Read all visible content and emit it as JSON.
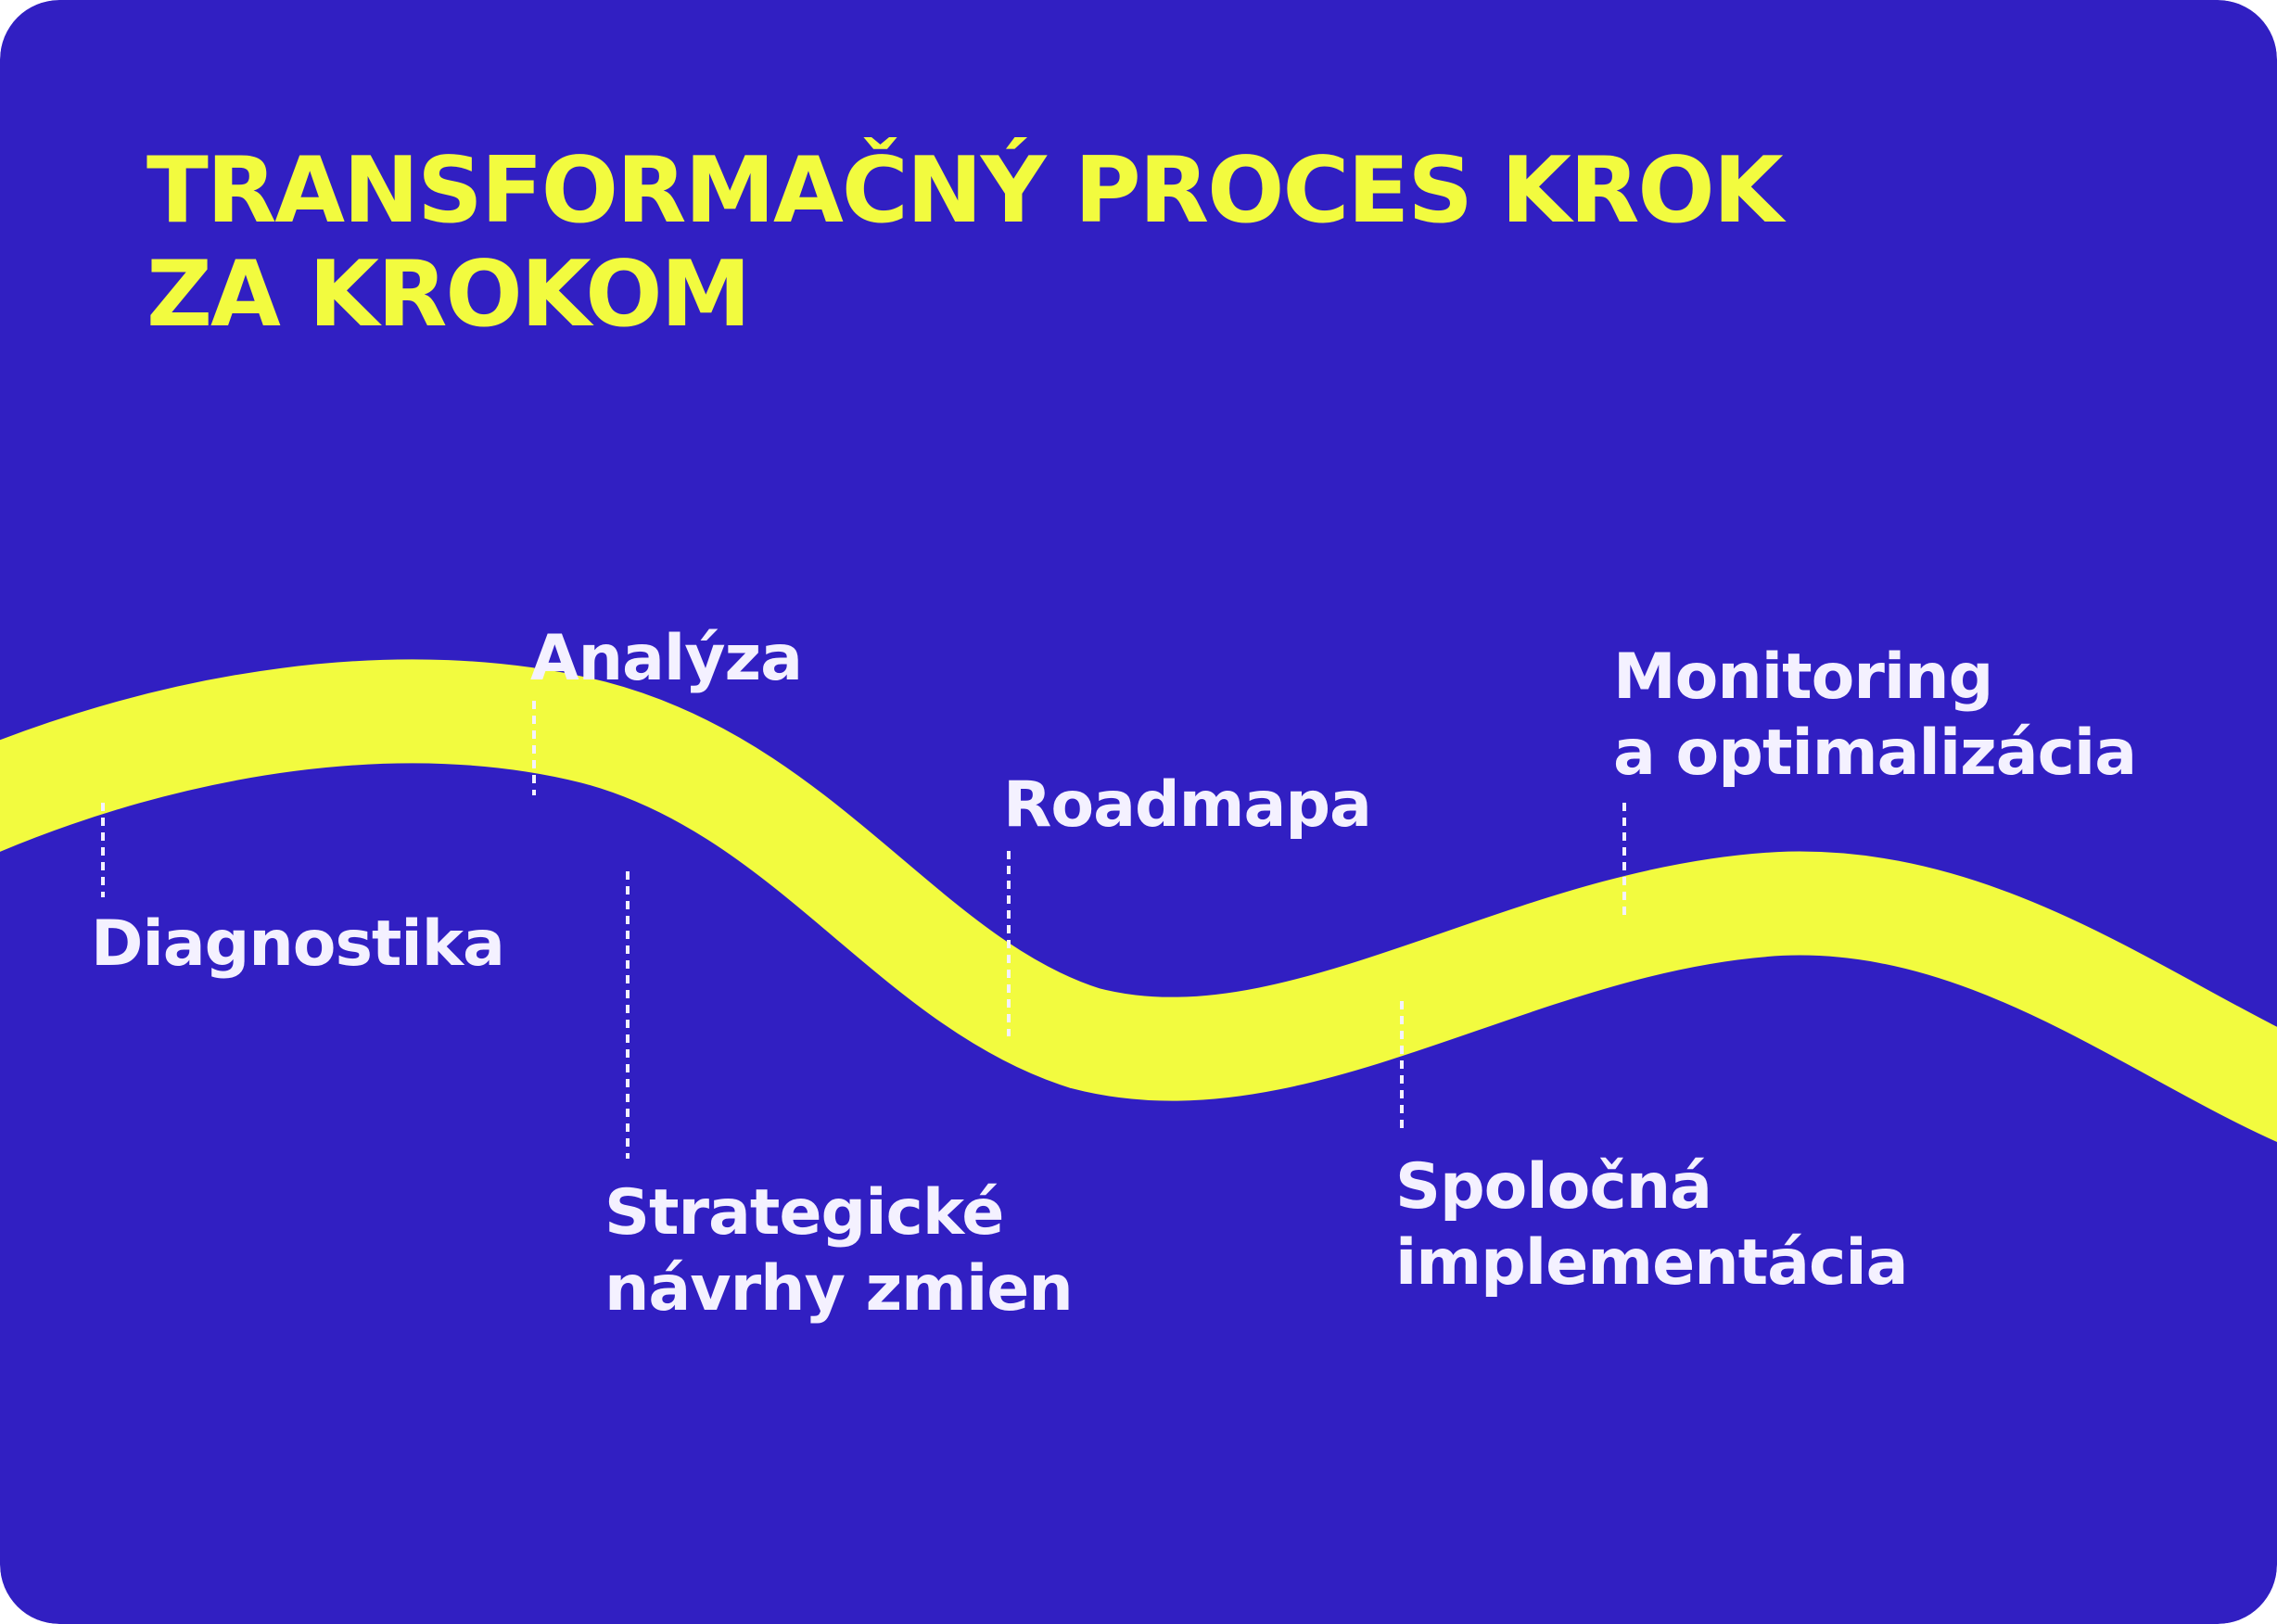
{
  "colors": {
    "background": "#311FC2",
    "accent": "#F2FB3F",
    "text": "#F4F1FF",
    "connector": "#F4F1FF"
  },
  "title": {
    "line1": "TRANSFORMAČNÝ PROCES KROK",
    "line2": "ZA KROKOM"
  },
  "steps": [
    {
      "label": [
        "Diagnostika"
      ]
    },
    {
      "label": [
        "Analýza"
      ]
    },
    {
      "label": [
        "Strategické",
        "návrhy zmien"
      ]
    },
    {
      "label": [
        "Roadmapa"
      ]
    },
    {
      "label": [
        "Spoločná",
        "implementácia"
      ]
    },
    {
      "label": [
        "Monitoring",
        "a optimalizácia"
      ]
    }
  ]
}
